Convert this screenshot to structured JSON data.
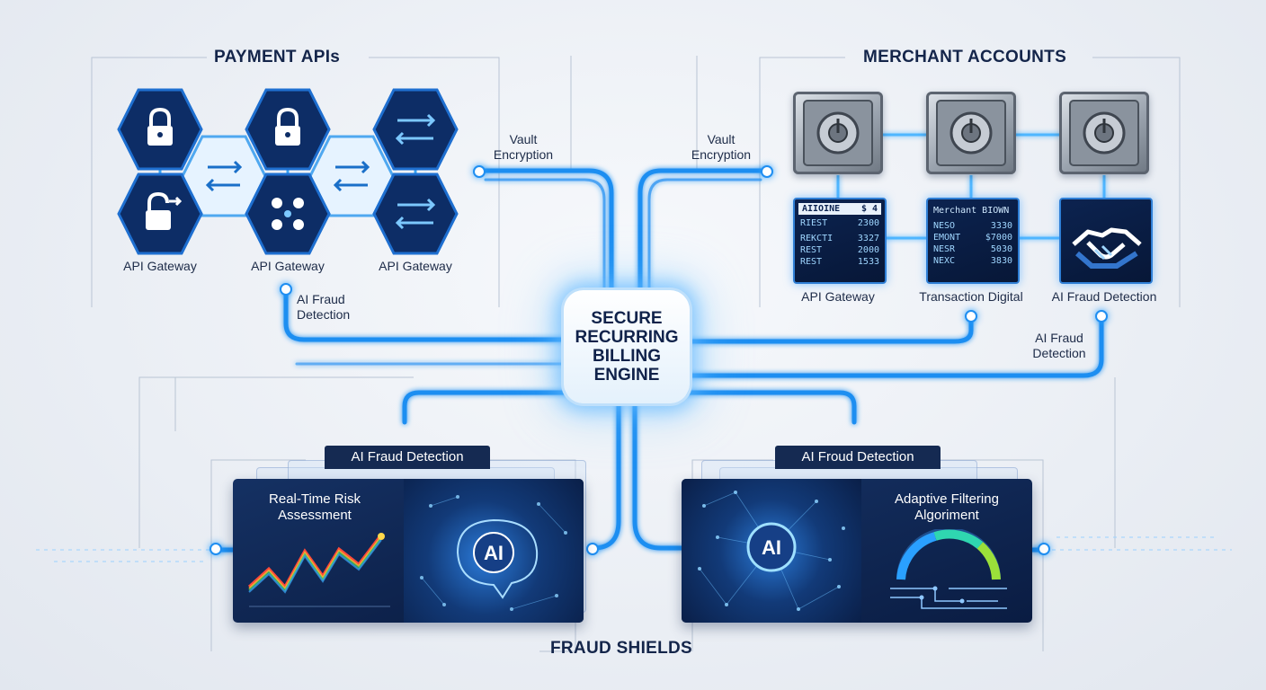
{
  "sections": {
    "payment_apis": "PAYMENT APIs",
    "merchant_accounts": "MERCHANT ACCOUNTS",
    "fraud_shields": "FRAUD SHIELDS"
  },
  "engine": {
    "label": "SECURE\nRECURRING\nBILLING\nENGINE"
  },
  "payment_api_labels": [
    "API Gateway",
    "API Gateway",
    "API Gateway"
  ],
  "merchant_labels": [
    "API Gateway",
    "Transaction Digital",
    "AI Fraud Detection"
  ],
  "connector_labels": {
    "vault_left": "Vault\nEncryption",
    "vault_right": "Vault\nEncryption",
    "fraud_left": "AI Fraud\nDetection",
    "fraud_right": "AI Fraud\nDetection"
  },
  "screens": {
    "left": {
      "header_left": "AIIOINE",
      "header_right": "$ 4",
      "rows": [
        [
          "RIEST",
          "2300"
        ],
        [
          "REKCTI",
          "3327"
        ],
        [
          "REST",
          "2000"
        ],
        [
          "REST",
          "1533"
        ]
      ]
    },
    "middle": {
      "header": "Merchant BIOWN",
      "rows": [
        [
          "NESO",
          "3330"
        ],
        [
          "EMONT",
          "$7000"
        ],
        [
          "NESR",
          "5030"
        ],
        [
          "NEXC",
          "3830"
        ]
      ]
    }
  },
  "fraud_panels": {
    "left": {
      "tab": "AI Fraud Detection",
      "title": "Real-Time Risk\nAssessment",
      "badge": "AI"
    },
    "right": {
      "tab": "AI Froud Detection",
      "title": "Adaptive Filtering\nAlgoriment",
      "badge": "AI"
    }
  },
  "icons": {
    "payment_hex_top": [
      "padlock-icon",
      "arrows-swap-icon",
      "padlock-icon",
      "arrows-swap-icon",
      "arrows-swap-icon"
    ],
    "payment_hex_bottom": [
      "padlock-arrow-icon",
      "nodes-icon",
      "arrows-swap-icon"
    ],
    "merchant_top": [
      "vault-safe-icon",
      "vault-safe-icon",
      "vault-safe-icon"
    ],
    "merchant_bottom_right": "handshake-icon"
  },
  "colors": {
    "navy": "#0f2450",
    "wire_blue": "#1f8ef1",
    "glow_blue": "#7cc8ff",
    "background": "#eef1f6"
  }
}
